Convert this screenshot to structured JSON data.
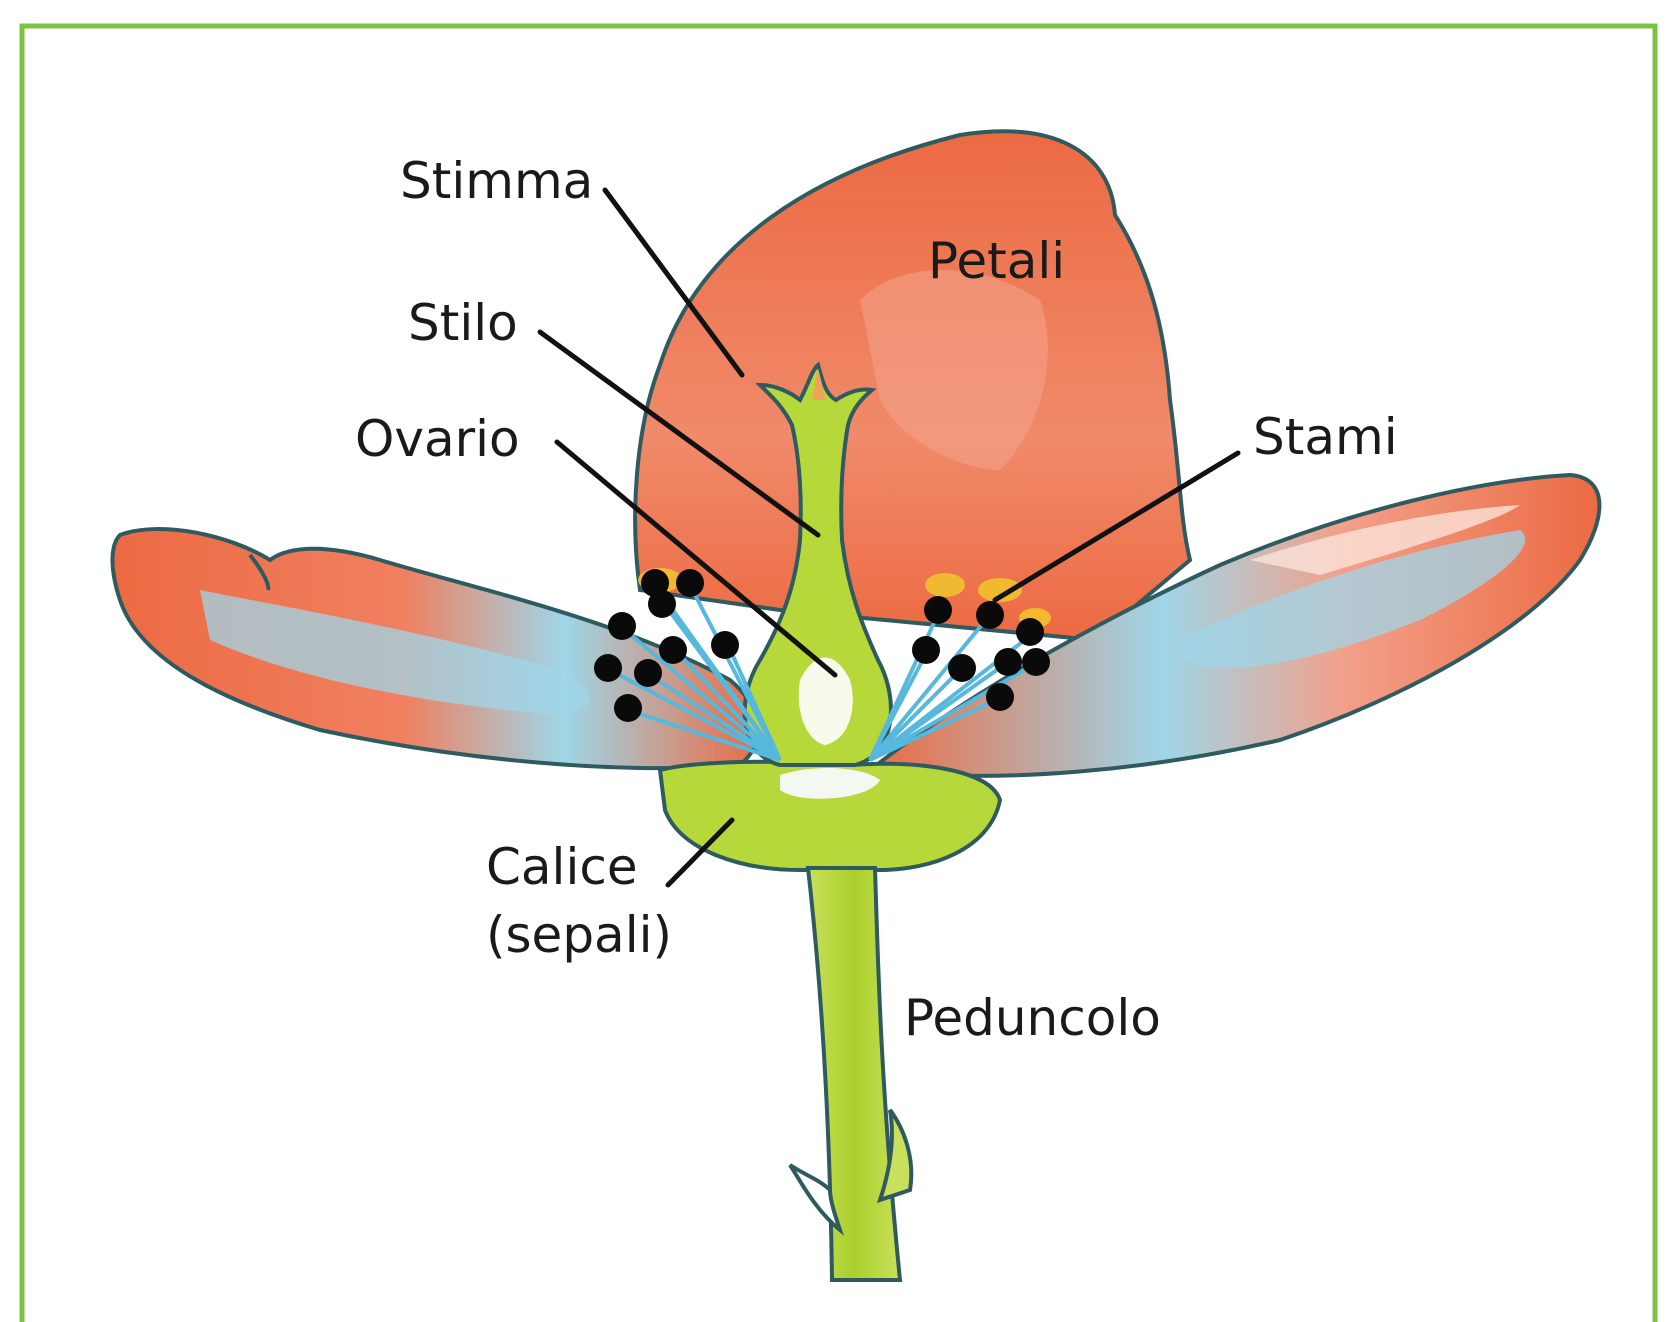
{
  "colors": {
    "frame": "#7cc243",
    "petal": "#ec6a42",
    "petal_highlight": "#9fd6e8",
    "petal_outline": "#2e5a60",
    "green_parts": "#b7d83a",
    "anther": "#0a0a0a",
    "filament": "#56b8dc",
    "pollen": "#f2c12e"
  },
  "labels": {
    "stimma": "Stimma",
    "stilo": "Stilo",
    "ovario": "Ovario",
    "petali": "Petali",
    "stami": "Stami",
    "calice_line1": "Calice",
    "calice_line2": "(sepali)",
    "peduncolo": "Peduncolo"
  }
}
